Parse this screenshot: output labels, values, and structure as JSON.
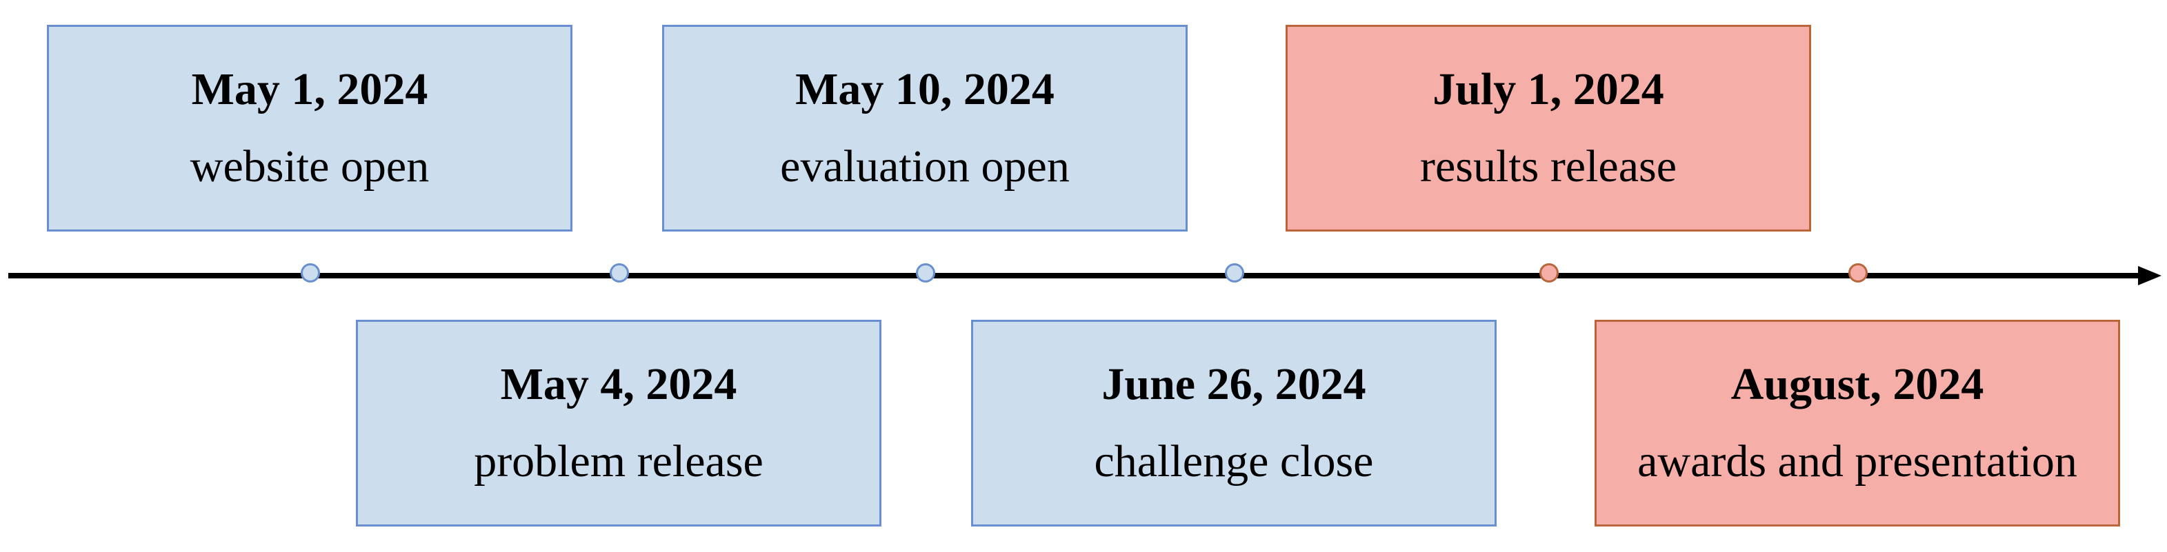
{
  "colors": {
    "upcoming_fill": "#CCDDEE",
    "upcoming_border": "#6A8FD0",
    "final_fill": "#F6AFA8",
    "final_border": "#B9663A",
    "axis": "#000000"
  },
  "events": [
    {
      "date": "May 1, 2024",
      "label": "website open",
      "phase": "upcoming"
    },
    {
      "date": "May 4, 2024",
      "label": "problem release",
      "phase": "upcoming"
    },
    {
      "date": "May 10, 2024",
      "label": "evaluation open",
      "phase": "upcoming"
    },
    {
      "date": "June 26, 2024",
      "label": "challenge close",
      "phase": "upcoming"
    },
    {
      "date": "July 1, 2024",
      "label": "results release",
      "phase": "final"
    },
    {
      "date": "August, 2024",
      "label": "awards and presentation",
      "phase": "final"
    }
  ]
}
